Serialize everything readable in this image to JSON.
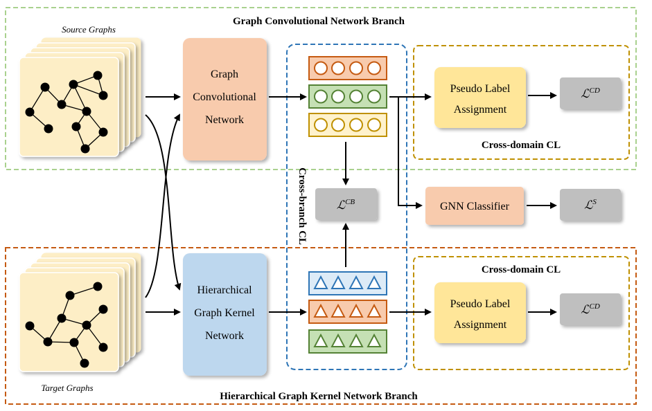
{
  "titles": {
    "top_branch": "Graph Convolutional Network Branch",
    "bottom_branch": "Hierarchical Graph Kernel Network Branch",
    "cross_branch": "Cross-branch CL",
    "cross_domain_top": "Cross-domain CL",
    "cross_domain_bottom": "Cross-domain CL"
  },
  "inputs": {
    "source": "Source Graphs",
    "target": "Target Graphs"
  },
  "networks": {
    "gcn": [
      "Graph",
      "Convolutional",
      "Network"
    ],
    "hgkn": [
      "Hierarchical",
      "Graph Kernel",
      "Network"
    ]
  },
  "modules": {
    "pseudo_top": [
      "Pseudo Label",
      "Assignment"
    ],
    "pseudo_bottom": [
      "Pseudo Label",
      "Assignment"
    ],
    "gnn_classifier": "GNN Classifier"
  },
  "losses": {
    "symbol": "ℒ",
    "cd_top": "CD",
    "cd_bottom": "CD",
    "cb": "CB",
    "s": "S"
  },
  "colors": {
    "green_dash": "#a9d18e",
    "orange_dash": "#c55a11",
    "blue_dash": "#2e75b6",
    "gold_dash": "#bf9000",
    "gcn_fill": "#f8cbad",
    "hgkn_fill": "#bdd7ee",
    "pseudo_fill": "#ffe699",
    "loss_fill": "#bfbfbf",
    "card_fill": "#fdeec6"
  }
}
